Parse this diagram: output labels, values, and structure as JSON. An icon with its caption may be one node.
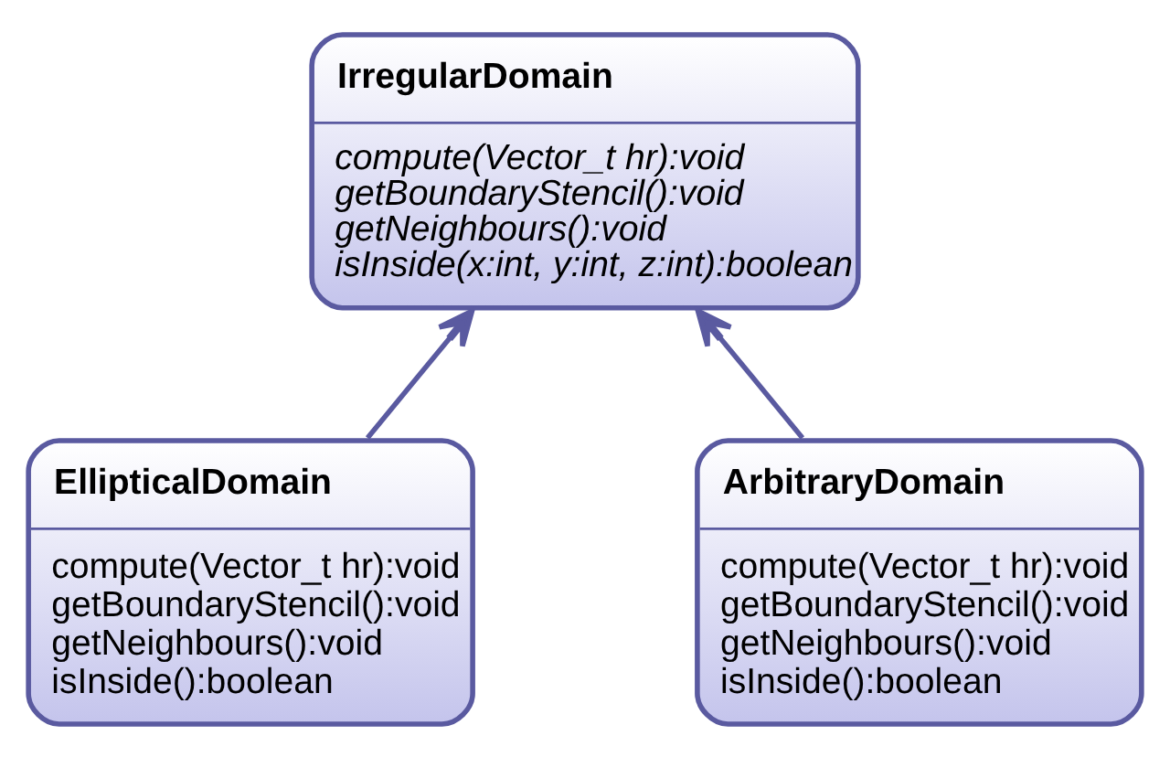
{
  "diagram": {
    "nodes": [
      {
        "text": [
          "IrregularDomain",
          "compute(Vector_t hr):void",
          "getBoundaryStencil():void",
          "getNeighbours():void",
          "isInside(x:int, y:int, z:int):boolean"
        ]
      },
      {
        "text": [
          "EllipticalDomain",
          "compute(Vector_t hr):void",
          "getBoundaryStencil():void",
          "getNeighbours():void",
          "isInside():boolean"
        ]
      },
      {
        "text": [
          "ArbitraryDomain",
          "compute(Vector_t hr):void",
          "getBoundaryStencil():void",
          "getNeighbours():void",
          "isInside():boolean"
        ]
      }
    ],
    "edges": [
      {
        "from": 1,
        "to": 0,
        "arrow": "to"
      },
      {
        "from": 2,
        "to": 0,
        "arrow": "to"
      }
    ]
  }
}
